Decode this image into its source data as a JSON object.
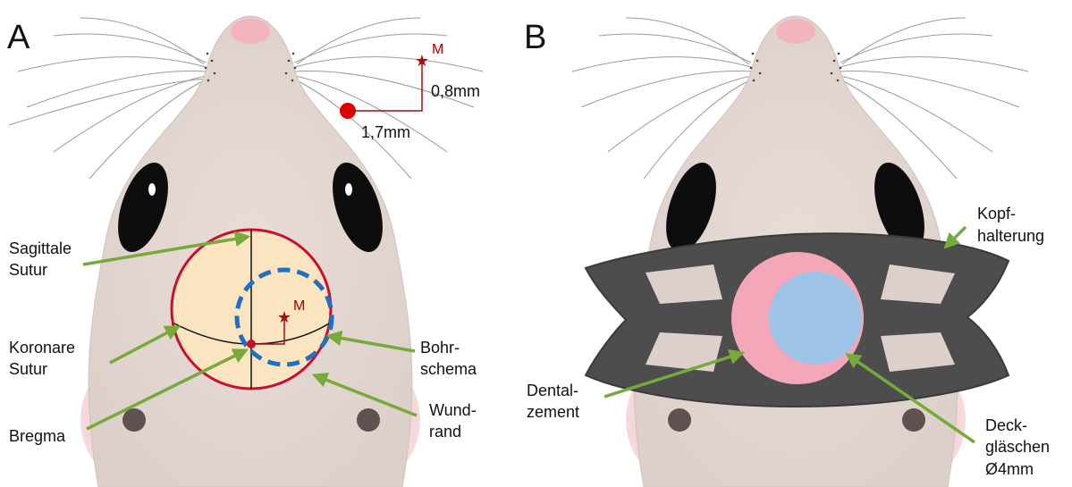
{
  "panels": {
    "a": {
      "letter": "A",
      "scale": {
        "marker_label": "M",
        "vertical_offset": "0,8mm",
        "horizontal_offset": "1,7mm"
      },
      "marker_label": "M",
      "labels": {
        "sagittal_line1": "Sagittale",
        "sagittal_line2": "Sutur",
        "coronal_line1": "Koronare",
        "coronal_line2": "Sutur",
        "bregma": "Bregma",
        "drill_line1": "Bohr-",
        "drill_line2": "schema",
        "wound_line1": "Wund-",
        "wound_line2": "rand"
      }
    },
    "b": {
      "letter": "B",
      "labels": {
        "headplate_line1": "Kopf-",
        "headplate_line2": "halterung",
        "cement_line1": "Dental-",
        "cement_line2": "zement",
        "coverslip_line1": "Deck-",
        "coverslip_line2": "gläschen",
        "coverslip_line3": "Ø4mm"
      }
    }
  },
  "colors": {
    "arrow": "#76ab3c",
    "wound_edge": "#c8102e",
    "marker": "#a01010",
    "drill_schema": "#1f6fc2",
    "craniotomy_fill": "#fbe5c0",
    "dental_cement": "#f4a7b9",
    "coverslip": "#9dc3e6",
    "headplate": "#4d4d4d"
  }
}
